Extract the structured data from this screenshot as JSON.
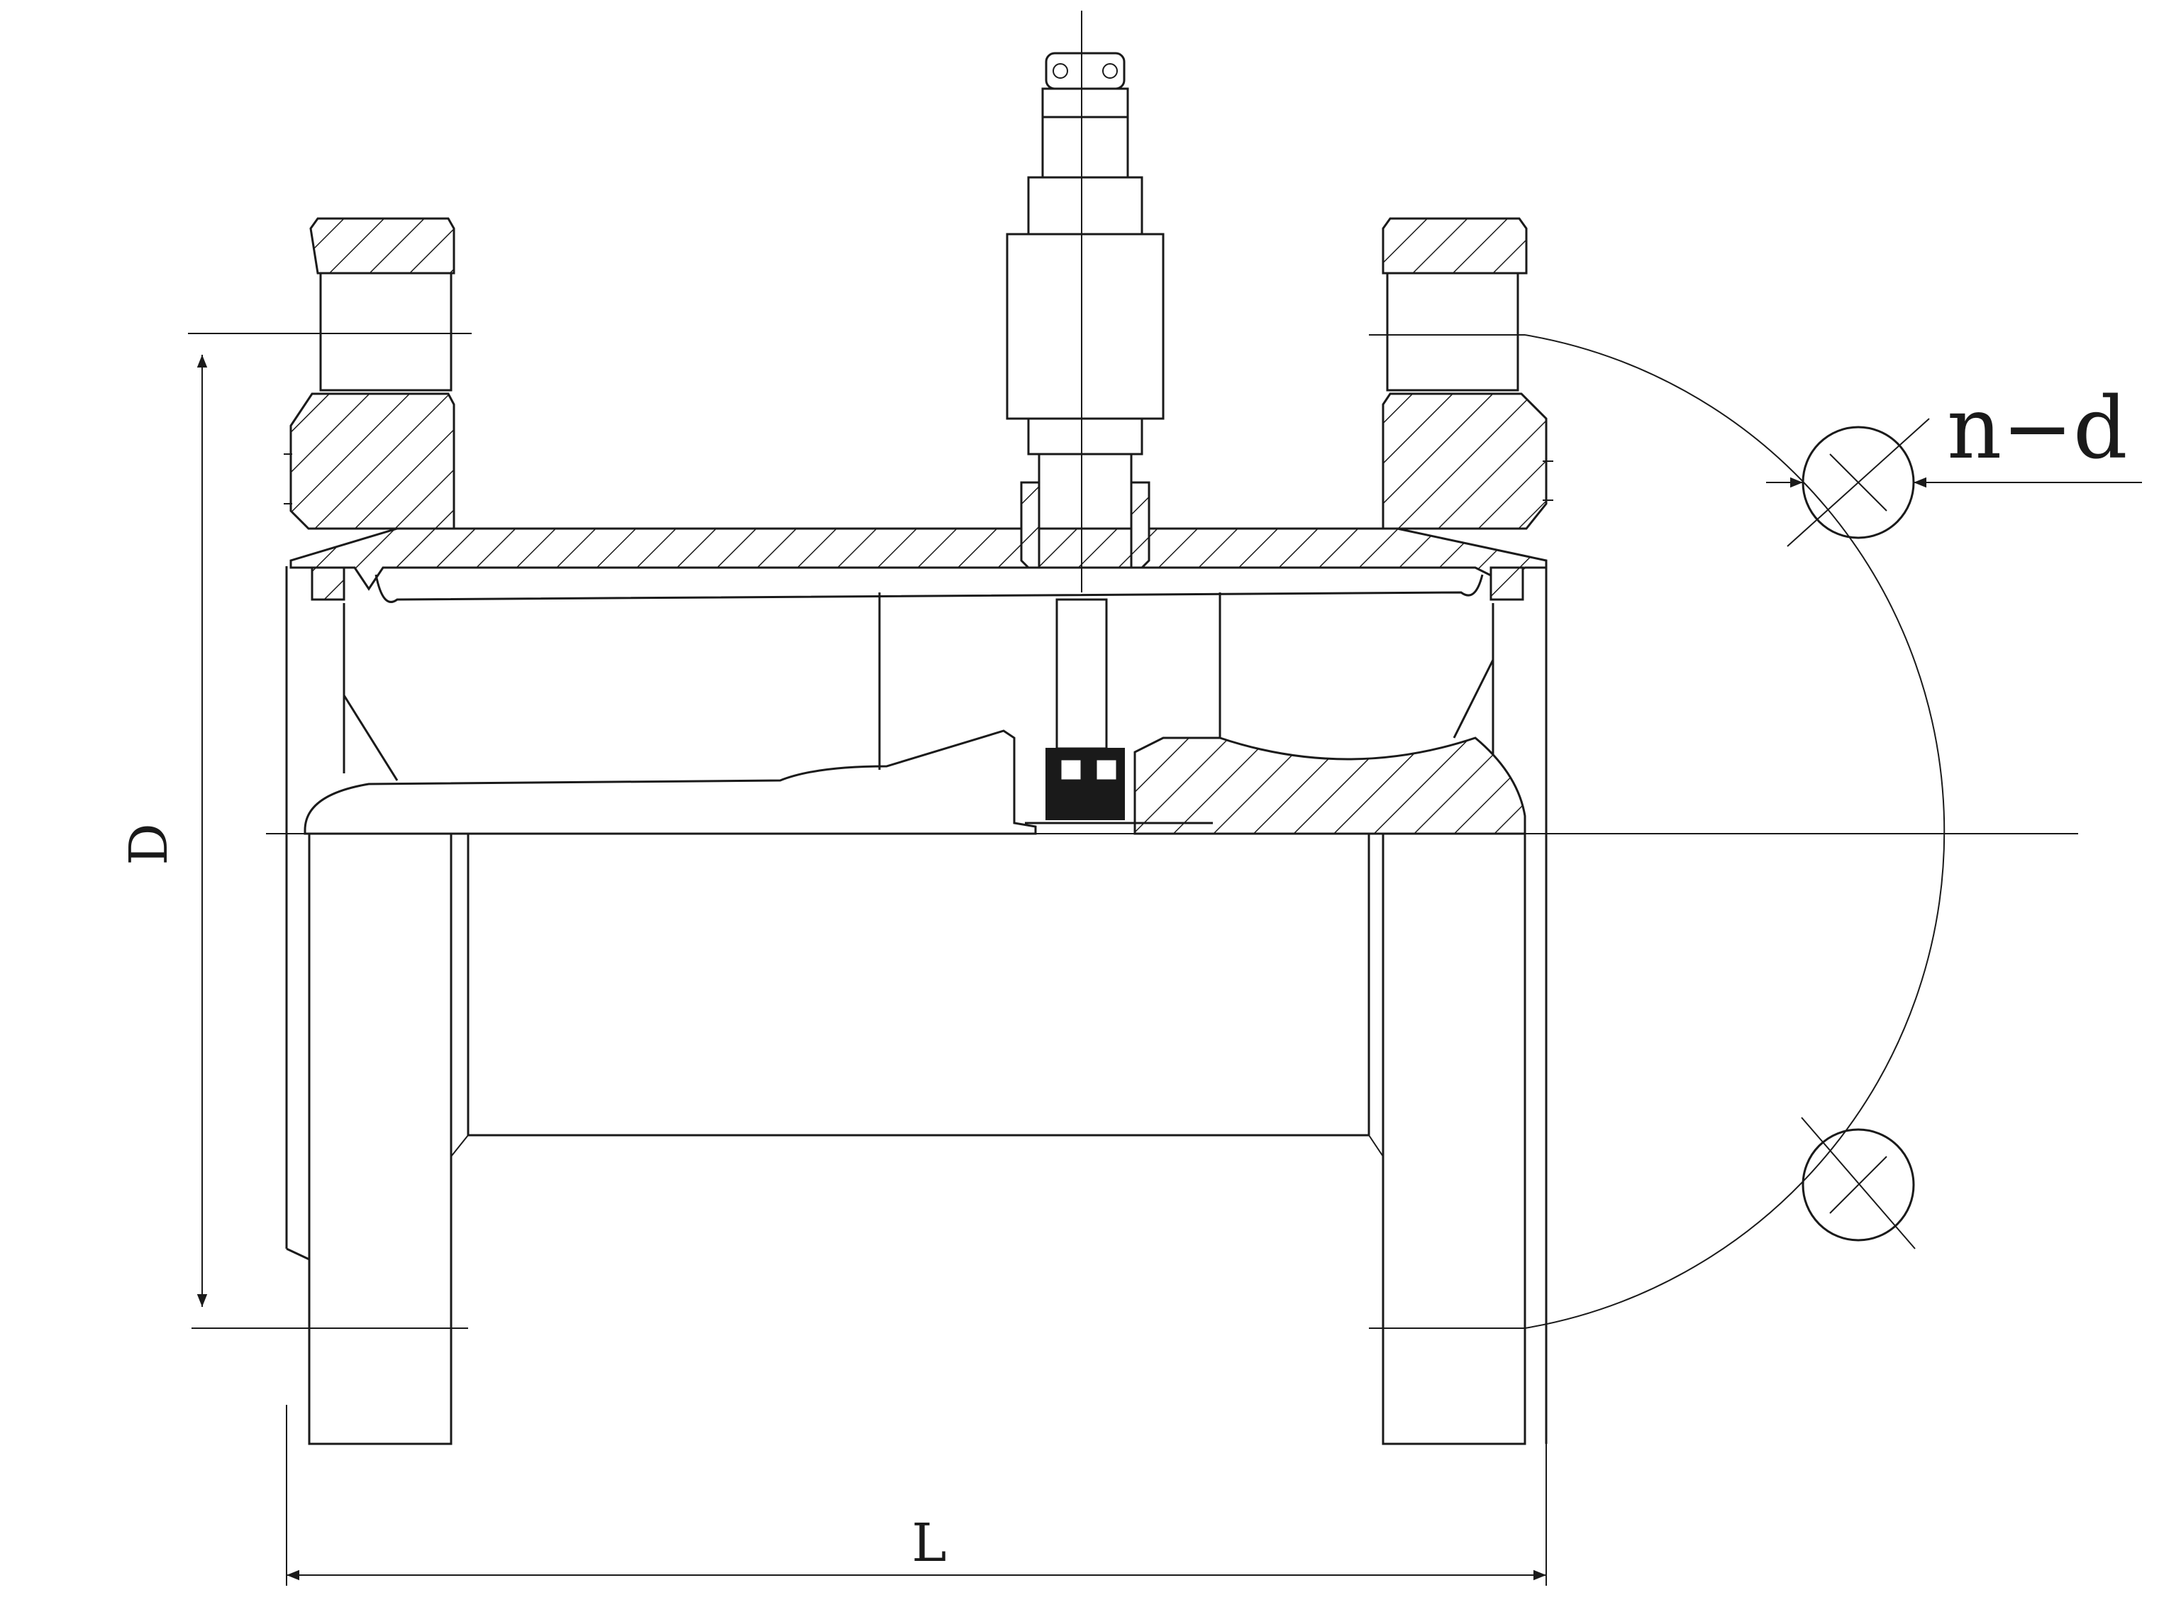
{
  "labels": {
    "D": "D",
    "L": "L",
    "nd": "n−d"
  },
  "colors": {
    "ink": "#1a1a1a",
    "paper": "#ffffff"
  }
}
